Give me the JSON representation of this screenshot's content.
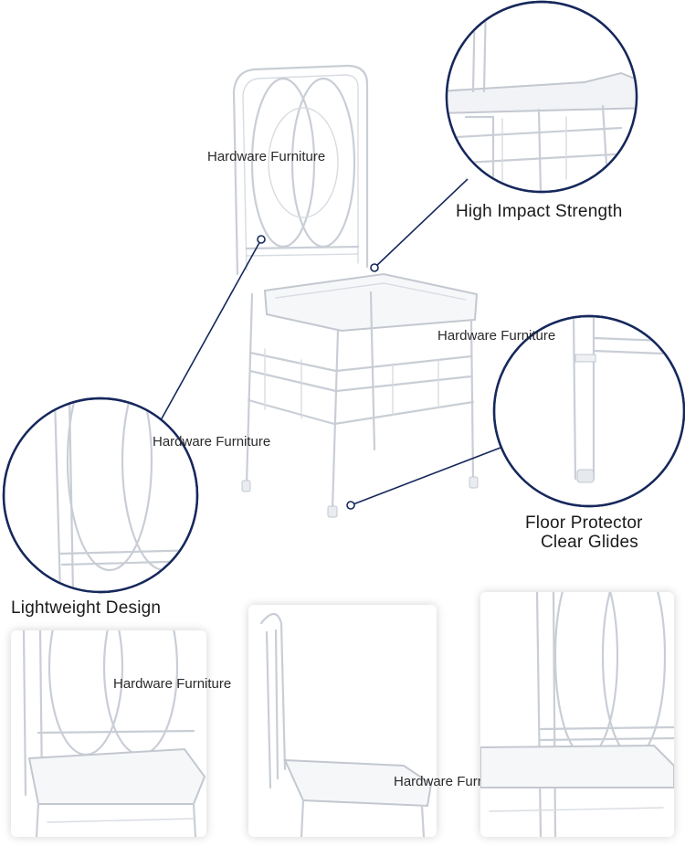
{
  "watermark_text": "Hardware Furniture",
  "features": {
    "high_impact": "High Impact Strength",
    "floor_protector_line1": "Floor Protector",
    "floor_protector_line2": "Clear Glides",
    "lightweight": "Lightweight Design"
  },
  "colors": {
    "accent_navy": "#16285c",
    "chair_clear": "#c9ced6",
    "background": "#ffffff"
  }
}
